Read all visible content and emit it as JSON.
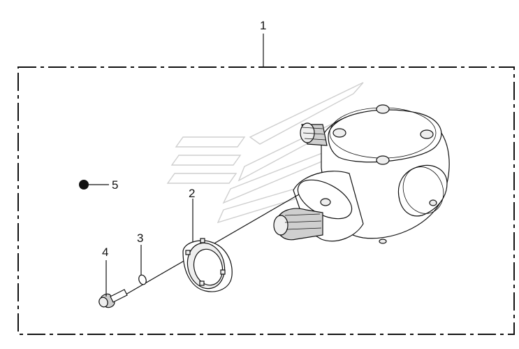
{
  "diagram": {
    "callouts": [
      {
        "id": "1",
        "label": "1"
      },
      {
        "id": "2",
        "label": "2"
      },
      {
        "id": "3",
        "label": "3"
      },
      {
        "id": "4",
        "label": "4"
      },
      {
        "id": "5",
        "label": "5"
      }
    ],
    "colors": {
      "line": "#111111",
      "fill": "#ffffff",
      "shade": "#eeeeee",
      "watermark": "#cfcfcf"
    }
  }
}
